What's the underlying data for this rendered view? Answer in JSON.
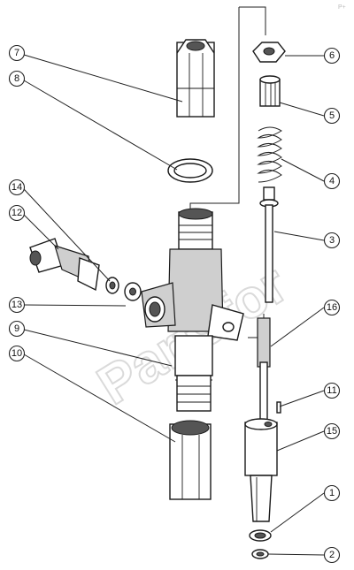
{
  "diagram": {
    "watermark": "Partsfor",
    "corner_mark": "P+",
    "callouts": [
      {
        "id": "c1",
        "label": "1"
      },
      {
        "id": "c2",
        "label": "2"
      },
      {
        "id": "c3",
        "label": "3"
      },
      {
        "id": "c4",
        "label": "4"
      },
      {
        "id": "c5",
        "label": "5"
      },
      {
        "id": "c6",
        "label": "6"
      },
      {
        "id": "c7",
        "label": "7"
      },
      {
        "id": "c8",
        "label": "8"
      },
      {
        "id": "c9",
        "label": "9"
      },
      {
        "id": "c10",
        "label": "10"
      },
      {
        "id": "c11",
        "label": "11"
      },
      {
        "id": "c12",
        "label": "12"
      },
      {
        "id": "c13",
        "label": "13"
      },
      {
        "id": "c14",
        "label": "14"
      },
      {
        "id": "c15",
        "label": "15"
      },
      {
        "id": "c16",
        "label": "16"
      }
    ]
  }
}
